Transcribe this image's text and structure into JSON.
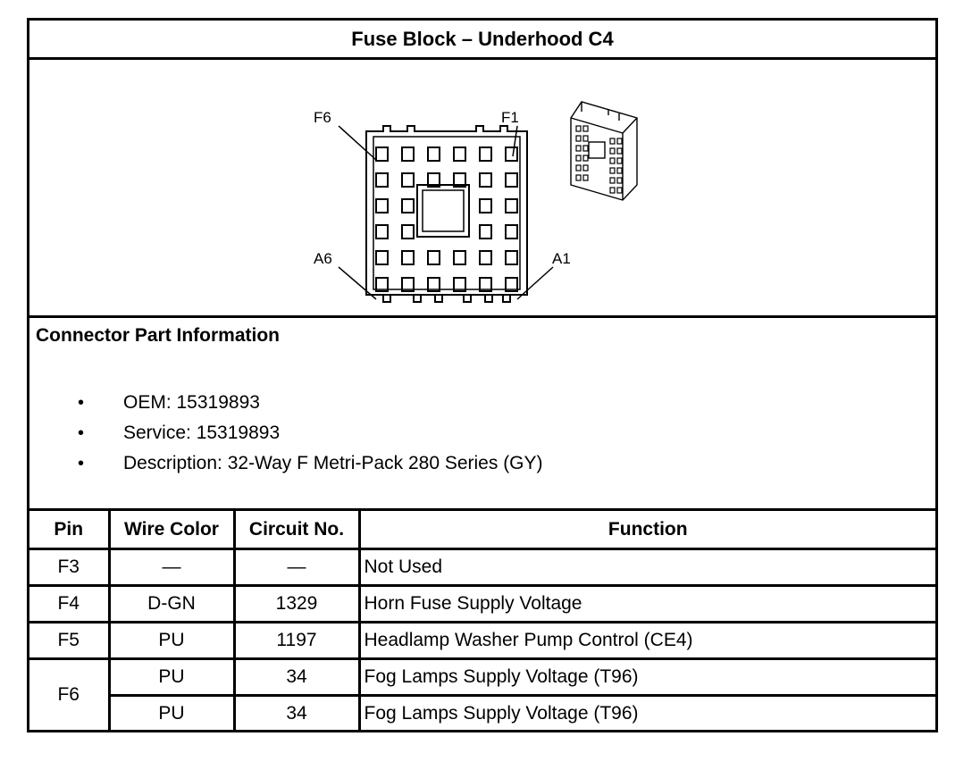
{
  "title": "Fuse Block – Underhood C4",
  "diagram": {
    "labels": {
      "top_left": "F6",
      "top_right": "F1",
      "bottom_left": "A6",
      "bottom_right": "A1"
    }
  },
  "connector_info": {
    "heading": "Connector Part Information",
    "bullet_glyph": "•",
    "items": [
      "OEM: 15319893",
      "Service: 15319893",
      "Description: 32-Way F Metri-Pack 280 Series (GY)"
    ]
  },
  "table": {
    "headers": {
      "pin": "Pin",
      "wire_color": "Wire Color",
      "circuit": "Circuit No.",
      "function": "Function"
    },
    "rows": [
      {
        "pin": "F3",
        "wire_color": "—",
        "circuit": "—",
        "function": "Not Used"
      },
      {
        "pin": "F4",
        "wire_color": "D-GN",
        "circuit": "1329",
        "function": "Horn Fuse Supply Voltage"
      },
      {
        "pin": "F5",
        "wire_color": "PU",
        "circuit": "1197",
        "function": "Headlamp Washer Pump Control (CE4)"
      },
      {
        "pin": "F6",
        "wire_color": "PU",
        "circuit": "34",
        "function": "Fog Lamps Supply Voltage (T96)"
      },
      {
        "wire_color": "PU",
        "circuit": "34",
        "function": "Fog Lamps Supply Voltage (T96)"
      }
    ]
  }
}
